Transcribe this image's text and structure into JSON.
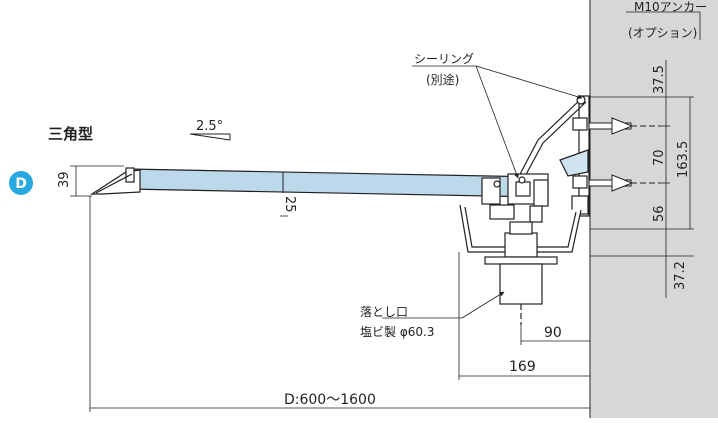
{
  "diagram": {
    "title": "三角型",
    "badge_letter": "D",
    "slope_label": "2.5°",
    "callouts": {
      "anchor_line1": "M10アンカー",
      "anchor_line2": "(オプション)",
      "sealing_line1": "シーリング",
      "sealing_line2": "(別途)",
      "drain_line1": "落とし口",
      "drain_line2": "塩ビ製 φ60.3"
    },
    "dimensions": {
      "height_39": "39",
      "beam_25": "25",
      "top_37_5": "37.5",
      "mid_70": "70",
      "total_163_5": "163.5",
      "low_56": "56",
      "bottom_37_2": "37.2",
      "drain_90": "90",
      "gutter_169": "169",
      "depth_d": "D:600〜1600"
    },
    "colors": {
      "beam_fill": "#bcd9ec",
      "wall_fill": "#d7d7d7",
      "badge": "#29a8e0",
      "line": "#231f20"
    }
  }
}
